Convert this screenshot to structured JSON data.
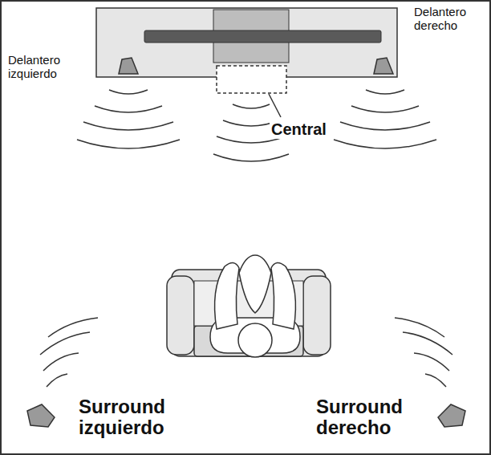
{
  "diagram": {
    "labels": [
      "Delantero izquierdo",
      "Delantero derecho",
      "Central",
      "Surround izquierdo",
      "Surround derecho"
    ]
  }
}
